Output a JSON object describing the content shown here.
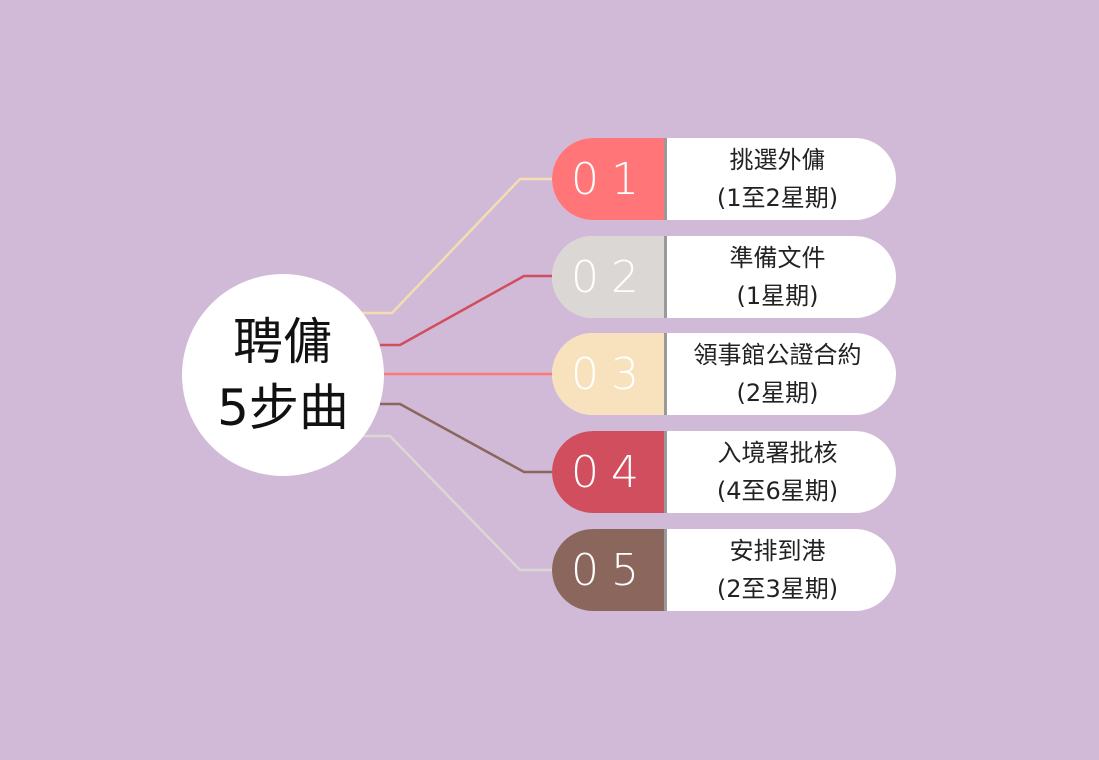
{
  "hub": {
    "line1": "聘傭",
    "line2": "5步曲"
  },
  "steps": [
    {
      "number": "01",
      "title": "挑選外傭",
      "duration": "(1至2星期)",
      "color": "#ff7578",
      "line_color": "#f5dcb1"
    },
    {
      "number": "02",
      "title": "準備文件",
      "duration": "(1星期)",
      "color": "#dbd7d4",
      "line_color": "#d04e5e"
    },
    {
      "number": "03",
      "title": "領事館公證合約",
      "duration": "(2星期)",
      "color": "#f8e1bd",
      "line_color": "#fd7777"
    },
    {
      "number": "04",
      "title": "入境署批核",
      "duration": "(4至6星期)",
      "color": "#d04e5e",
      "line_color": "#8a665c"
    },
    {
      "number": "05",
      "title": "安排到港",
      "duration": "(2至3星期)",
      "color": "#8a665c",
      "line_color": "#dbd7d4"
    }
  ]
}
